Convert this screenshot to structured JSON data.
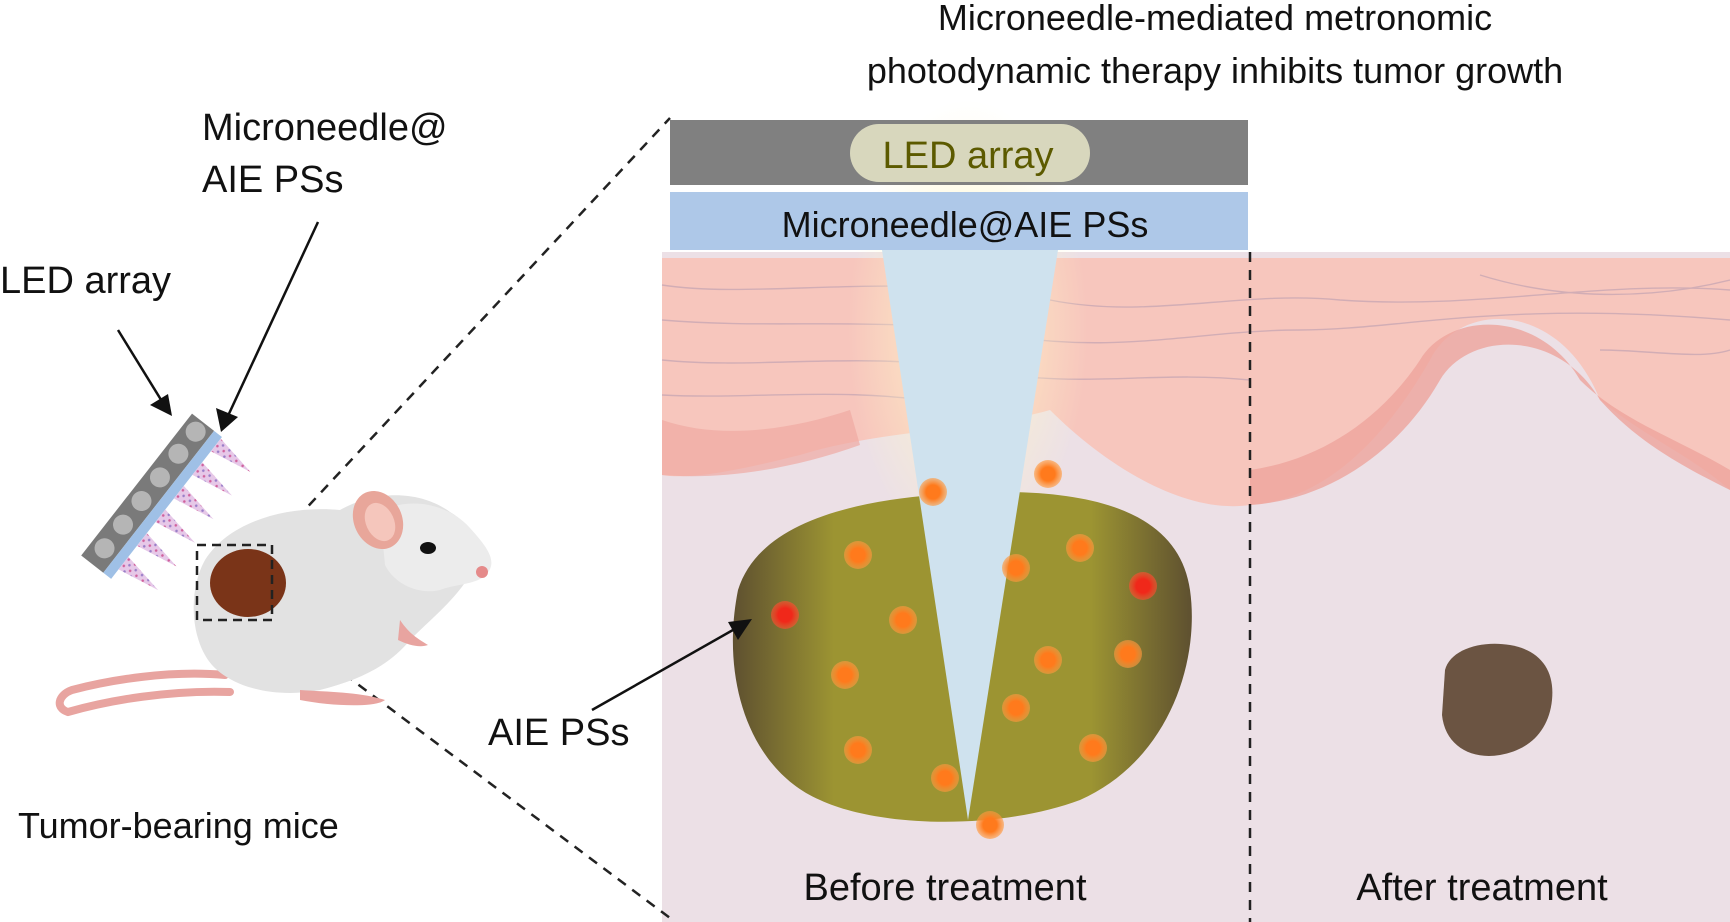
{
  "title_line1": "Microneedle-mediated metronomic",
  "title_line2": "photodynamic therapy inhibits tumor growth",
  "mouse_panel": {
    "microneedle_label_line1": "Microneedle@",
    "microneedle_label_line2": "AIE PSs",
    "led_label": "LED array",
    "caption": "Tumor-bearing mice"
  },
  "zoom_panel": {
    "led_bar_label": "LED array",
    "microneedle_bar_label": "Microneedle@AIE PSs",
    "aie_label": "AIE PSs",
    "before_label": "Before treatment",
    "after_label": "After treatment"
  },
  "colors": {
    "led_bar": "#808080",
    "microneedle_bar": "#aec8e8",
    "needle": "#cfe2ee",
    "skin": "#f7c6bd",
    "tissue": "#ece0e6",
    "tumor_before": "#9c9432",
    "tumor_after": "#6b5442",
    "mouse_tumor": "#7a3418",
    "particle_orange": "#ff7a1c",
    "particle_red": "#f0281a"
  }
}
